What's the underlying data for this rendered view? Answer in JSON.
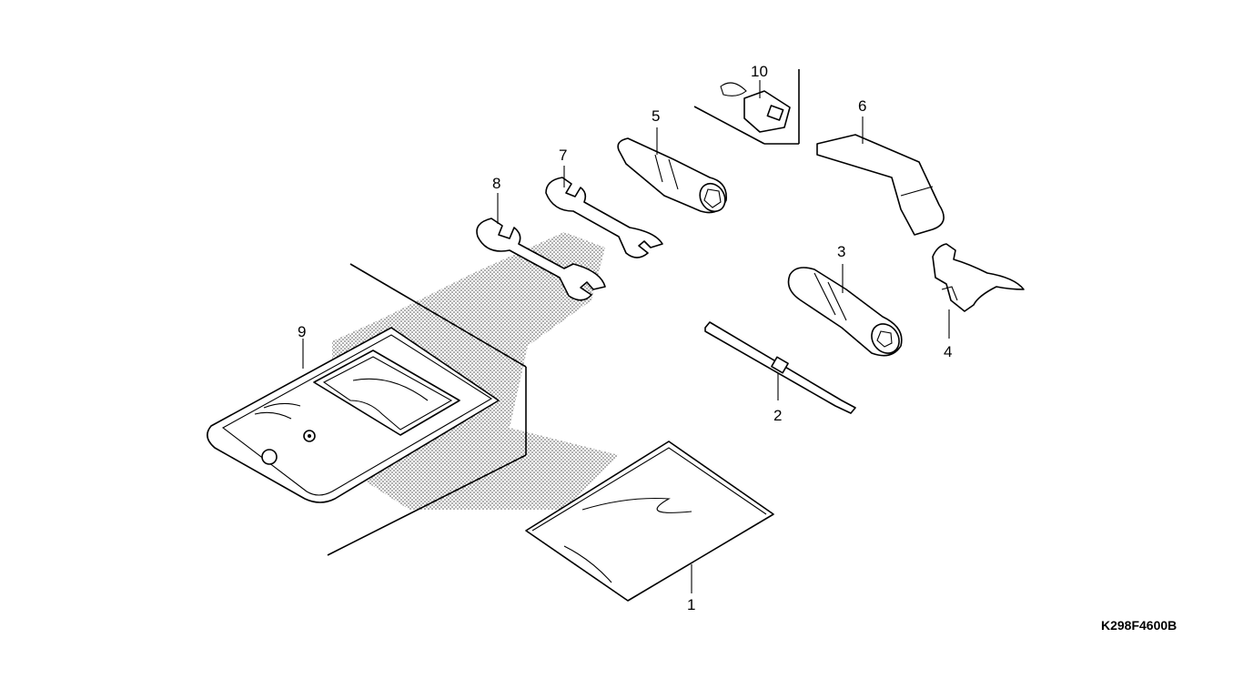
{
  "diagram_code": "K298F4600B",
  "callouts": {
    "c1": "1",
    "c2": "2",
    "c3": "3",
    "c4": "4",
    "c5": "5",
    "c6": "6",
    "c7": "7",
    "c8": "8",
    "c9": "9",
    "c10": "10"
  },
  "colors": {
    "line": "#000000",
    "background": "#ffffff",
    "stipple": "#555555"
  }
}
